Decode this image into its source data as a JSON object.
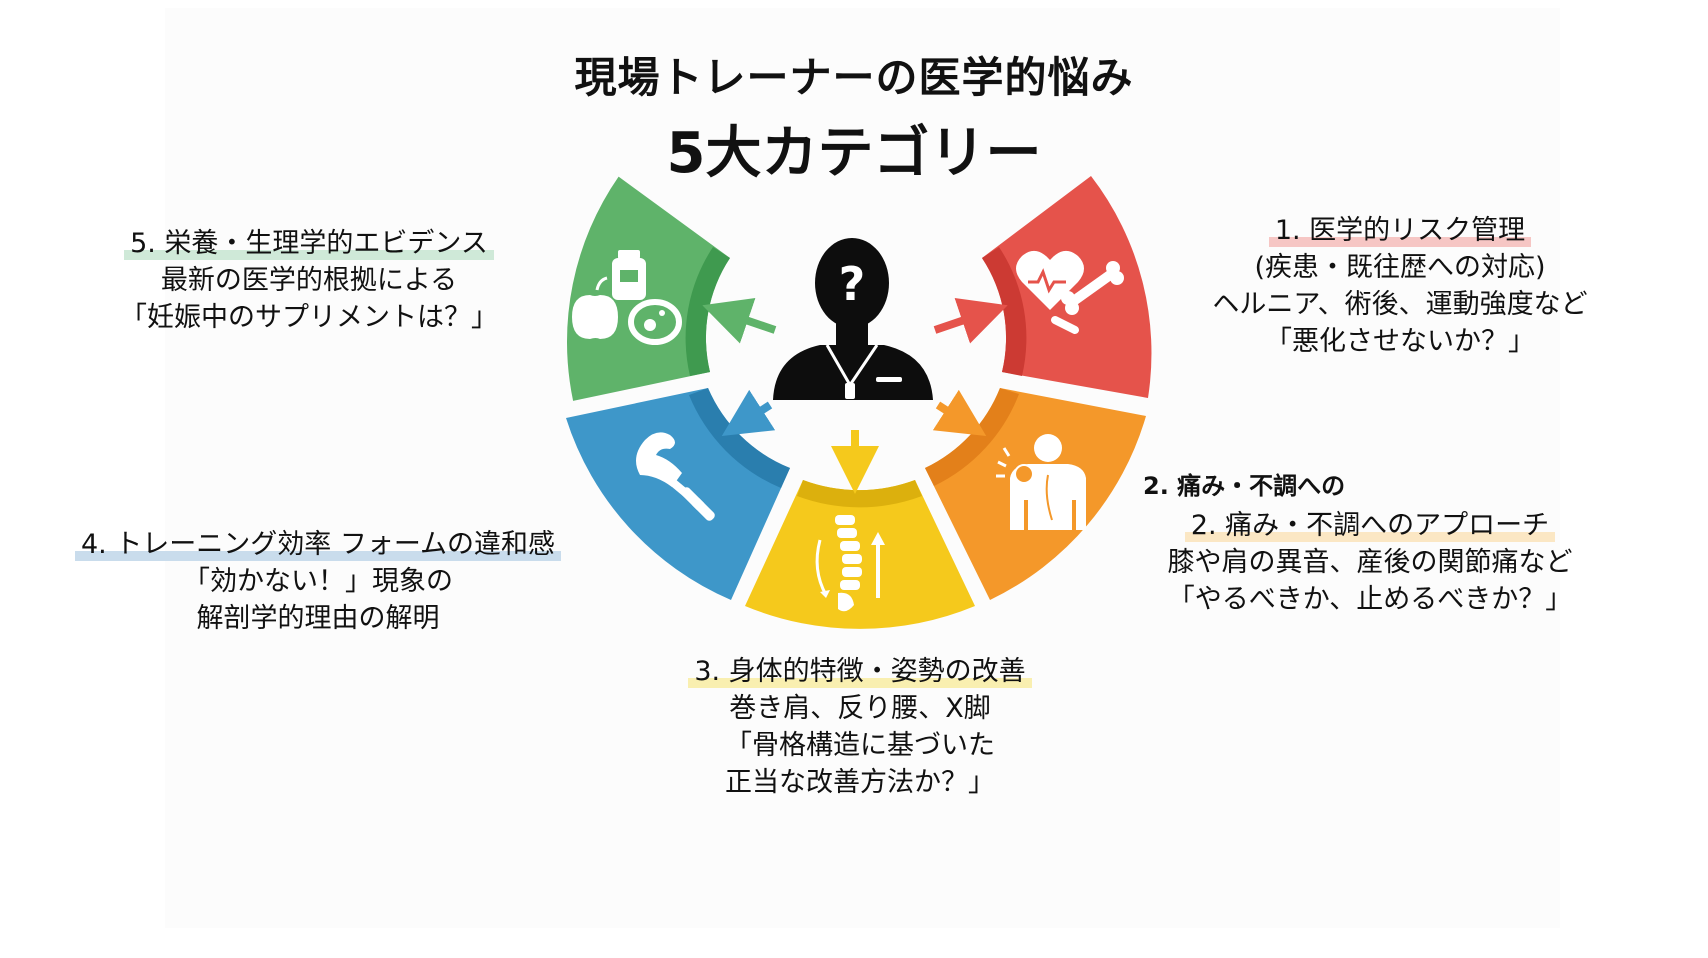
{
  "title": {
    "line1": "現場トレーナーの医学的悩み",
    "line2": "5大カテゴリー"
  },
  "center": {
    "icon": "trainer-silhouette-question-icon",
    "symbol": "?"
  },
  "colors": {
    "red": "#e5534b",
    "orange": "#f4982a",
    "yellow": "#f5c91c",
    "blue": "#3e97c9",
    "green": "#5fb36a",
    "red_highlight": "#f6c6c4",
    "orange_highlight": "#fbe7c4",
    "yellow_highlight": "#f9efb0",
    "blue_highlight": "#c9dcec",
    "green_highlight": "#cfe9d8"
  },
  "categories": [
    {
      "id": 1,
      "heading": "1. 医学的リスク管理",
      "lines": [
        "(疾患・既往歴への対応)",
        "ヘルニア、術後、運動強度など",
        "「悪化させないか？」"
      ],
      "icon": "heart-bone-icon",
      "color": "red"
    },
    {
      "id": 2,
      "heading_stray": "2. 痛み・不調への",
      "heading": "2. 痛み・不調へのアプローチ",
      "lines": [
        "膝や肩の異音、産後の関節痛など",
        "「やるべきか、止めるべきか？」"
      ],
      "icon": "shoulder-pain-icon",
      "color": "orange"
    },
    {
      "id": 3,
      "heading": "3. 身体的特徴・姿勢の改善",
      "lines": [
        "巻き肩、反り腰、X脚",
        "「骨格構造に基づいた",
        "正当な改善方法か？」"
      ],
      "icon": "spine-posture-icon",
      "color": "yellow"
    },
    {
      "id": 4,
      "heading": "4. トレーニング効率 フォームの違和感",
      "lines": [
        "「効かない！」現象の",
        "解剖学的理由の解明"
      ],
      "icon": "muscle-dumbbell-icon",
      "color": "blue"
    },
    {
      "id": 5,
      "heading": "5. 栄養・生理学的エビデンス",
      "lines": [
        "最新の医学的根拠による",
        "「妊娠中のサプリメントは？」"
      ],
      "icon": "nutrition-supplement-icon",
      "color": "green"
    }
  ]
}
